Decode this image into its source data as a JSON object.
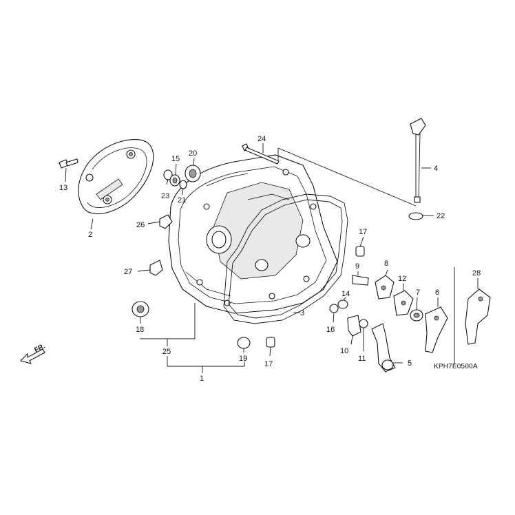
{
  "diagram": {
    "code": "KPH7E0500A",
    "direction_label": "FR.",
    "callouts": {
      "c1": "1",
      "c2": "2",
      "c3": "3",
      "c4": "4",
      "c5": "5",
      "c6": "6",
      "c7": "7",
      "c8": "8",
      "c9": "9",
      "c10": "10",
      "c11": "11",
      "c12": "12",
      "c13": "13",
      "c14": "14",
      "c15": "15",
      "c16": "16",
      "c17a": "17",
      "c17b": "17",
      "c18": "18",
      "c19": "19",
      "c20": "20",
      "c21": "21",
      "c22": "22",
      "c23": "23",
      "c24": "24",
      "c25": "25",
      "c26": "26",
      "c27": "27",
      "c28": "28"
    }
  }
}
